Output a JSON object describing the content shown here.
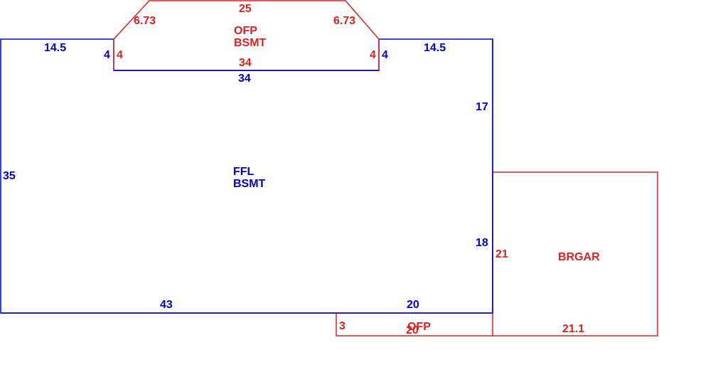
{
  "colors": {
    "main": "#0000cc",
    "addon": "#e02020",
    "background": "#ffffff"
  },
  "main_area": {
    "name_line1": "FFL",
    "name_line2": "BSMT",
    "dims": {
      "left": "35",
      "top_left": "14.5",
      "top_right": "14.5",
      "step_left": "4",
      "step_right": "4",
      "porch_side": "34",
      "right_upper": "17",
      "right_lower": "18",
      "bottom_left": "43",
      "bottom_right": "20"
    }
  },
  "top_porch": {
    "name_line1": "OFP",
    "name_line2": "BSMT",
    "dims": {
      "top": "25",
      "diag_left": "6.73",
      "diag_right": "6.73",
      "side_left": "4",
      "side_right": "4",
      "bottom": "34"
    }
  },
  "garage": {
    "name": "BRGAR",
    "dims": {
      "left": "21",
      "bottom": "21.1"
    }
  },
  "bottom_porch": {
    "name": "OFP",
    "dims": {
      "left": "3",
      "bottom": "20"
    }
  }
}
